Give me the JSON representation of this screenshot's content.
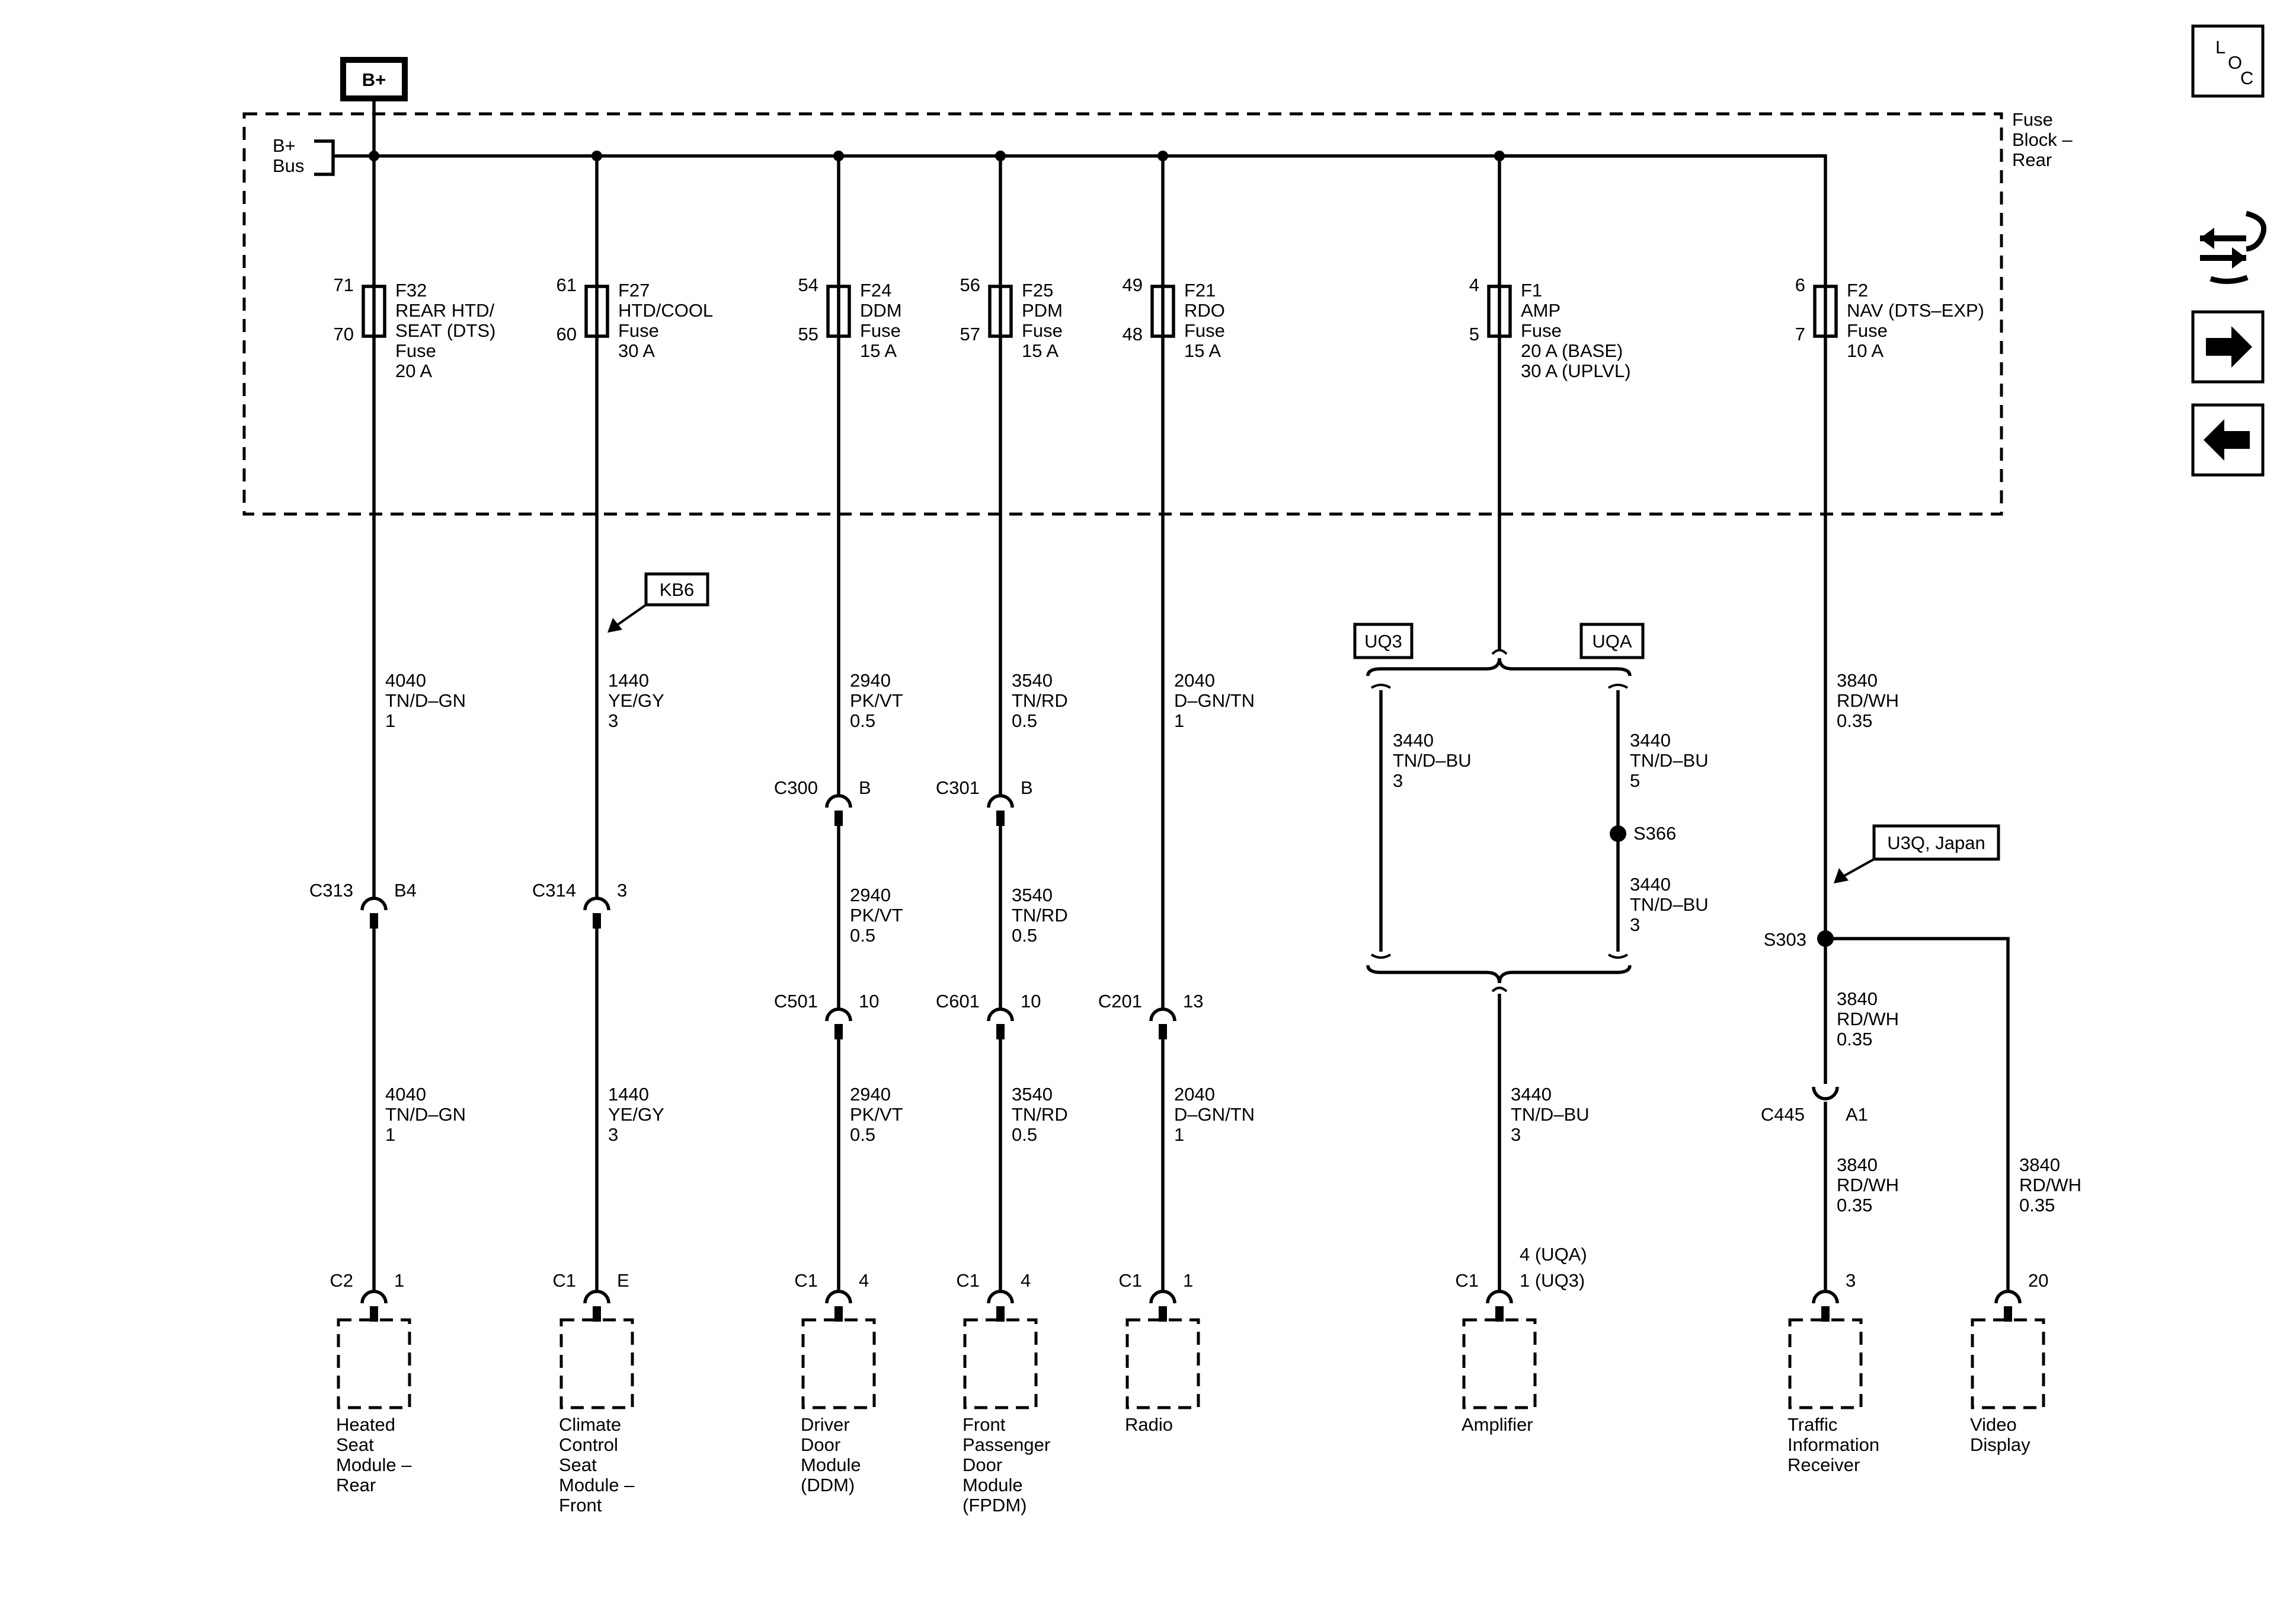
{
  "fuse_block": {
    "bplus_label": "B+",
    "bus_label": [
      "B+",
      "Bus"
    ],
    "block_label": [
      "Fuse",
      "Block –",
      "Rear"
    ]
  },
  "fuses": [
    {
      "id": "f32",
      "pin_top": "71",
      "pin_bottom": "70",
      "lines": [
        "F32",
        "REAR HTD/",
        "SEAT (DTS)",
        "Fuse",
        "20 A"
      ]
    },
    {
      "id": "f27",
      "pin_top": "61",
      "pin_bottom": "60",
      "lines": [
        "F27",
        "HTD/COOL",
        "Fuse",
        "30 A"
      ]
    },
    {
      "id": "f24",
      "pin_top": "54",
      "pin_bottom": "55",
      "lines": [
        "F24",
        "DDM",
        "Fuse",
        "15 A"
      ]
    },
    {
      "id": "f25",
      "pin_top": "56",
      "pin_bottom": "57",
      "lines": [
        "F25",
        "PDM",
        "Fuse",
        "15 A"
      ]
    },
    {
      "id": "f21",
      "pin_top": "49",
      "pin_bottom": "48",
      "lines": [
        "F21",
        "RDO",
        "Fuse",
        "15 A"
      ]
    },
    {
      "id": "f1",
      "pin_top": "4",
      "pin_bottom": "5",
      "lines": [
        "F1",
        "AMP",
        "Fuse",
        "20 A (BASE)",
        "30 A (UPLVL)"
      ]
    },
    {
      "id": "f2",
      "pin_top": "6",
      "pin_bottom": "7",
      "lines": [
        "F2",
        "NAV (DTS–EXP)",
        "Fuse",
        "10 A"
      ]
    }
  ],
  "option_tags": {
    "kb6": "KB6",
    "uq3": "UQ3",
    "uqa": "UQA",
    "u3q_japan": "U3Q, Japan"
  },
  "wires": {
    "w4040": [
      "4040",
      "TN/D–GN",
      "1"
    ],
    "w1440": [
      "1440",
      "YE/GY",
      "3"
    ],
    "w2940": [
      "2940",
      "PK/VT",
      "0.5"
    ],
    "w3540": [
      "3540",
      "TN/RD",
      "0.5"
    ],
    "w2040": [
      "2040",
      "D–GN/TN",
      "1"
    ],
    "w3440_3": [
      "3440",
      "TN/D–BU",
      "3"
    ],
    "w3440_5": [
      "3440",
      "TN/D–BU",
      "5"
    ],
    "w3840": [
      "3840",
      "RD/WH",
      "0.35"
    ]
  },
  "connectors": {
    "c313": {
      "name": "C313",
      "pin": "B4"
    },
    "c314": {
      "name": "C314",
      "pin": "3"
    },
    "c300": {
      "name": "C300",
      "pin": "B"
    },
    "c301": {
      "name": "C301",
      "pin": "B"
    },
    "c501": {
      "name": "C501",
      "pin": "10"
    },
    "c601": {
      "name": "C601",
      "pin": "10"
    },
    "c201": {
      "name": "C201",
      "pin": "13"
    },
    "c445": {
      "name": "C445",
      "pin": "A1"
    }
  },
  "splices": {
    "s366": "S366",
    "s303": "S303"
  },
  "modules": [
    {
      "id": "heated-seat",
      "conn": "C2",
      "pin": "1",
      "lines": [
        "Heated",
        "Seat",
        "Module –",
        "Rear"
      ]
    },
    {
      "id": "climate-seat",
      "conn": "C1",
      "pin": "E",
      "lines": [
        "Climate",
        "Control",
        "Seat",
        "Module –",
        "Front"
      ]
    },
    {
      "id": "ddm",
      "conn": "C1",
      "pin": "4",
      "lines": [
        "Driver",
        "Door",
        "Module",
        "(DDM)"
      ]
    },
    {
      "id": "fpdm",
      "conn": "C1",
      "pin": "4",
      "lines": [
        "Front",
        "Passenger",
        "Door",
        "Module",
        "(FPDM)"
      ]
    },
    {
      "id": "radio",
      "conn": "C1",
      "pin": "1",
      "lines": [
        "Radio"
      ]
    },
    {
      "id": "amplifier",
      "conn": "C1",
      "pin": "",
      "pin_lines": [
        "4 (UQA)",
        "1 (UQ3)"
      ],
      "lines": [
        "Amplifier"
      ]
    },
    {
      "id": "traffic",
      "conn": "",
      "pin": "3",
      "lines": [
        "Traffic",
        "Information",
        "Receiver"
      ]
    },
    {
      "id": "video",
      "conn": "",
      "pin": "20",
      "lines": [
        "Video",
        "Display"
      ]
    }
  ],
  "side_icons": {
    "loc": [
      "L",
      "O",
      "C"
    ],
    "icons": [
      "swap-arrows-icon",
      "arrow-right-icon",
      "arrow-left-icon"
    ]
  }
}
